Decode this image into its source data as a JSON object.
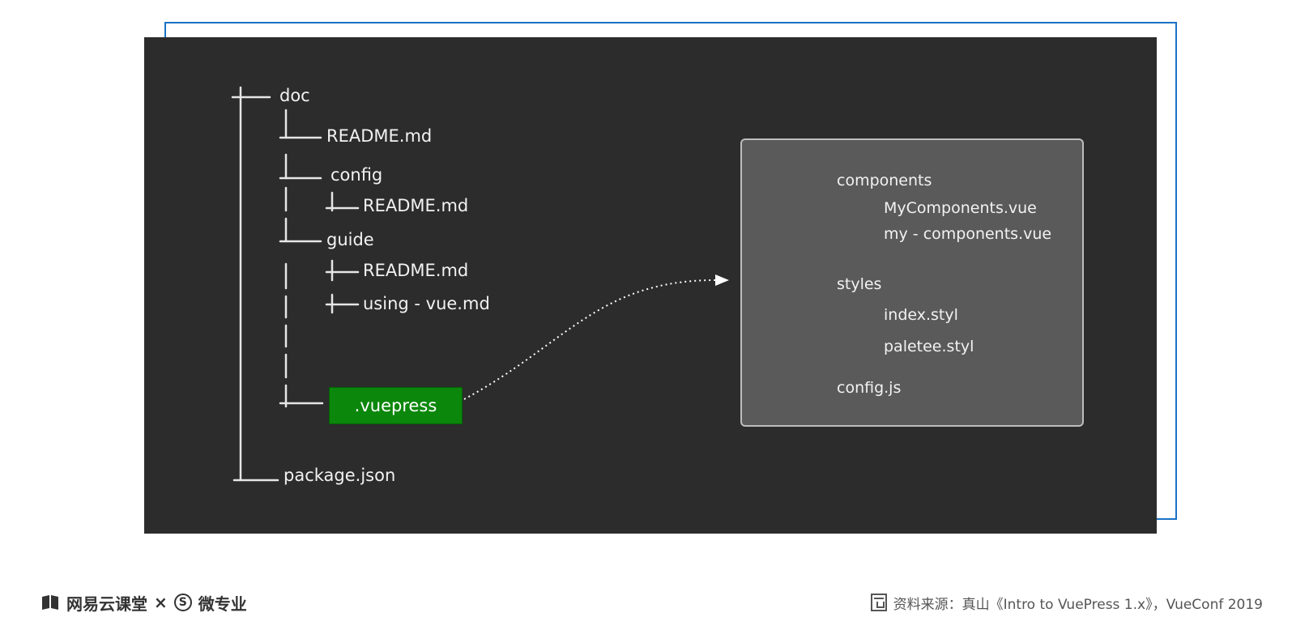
{
  "tree": {
    "doc": "doc",
    "doc_readme": "README.md",
    "config": "config",
    "config_readme": "README.md",
    "guide": "guide",
    "guide_readme": "README.md",
    "using_vue": "using - vue.md",
    "vuepress": ".vuepress",
    "package_json": "package.json"
  },
  "vuepress_contents": {
    "components": "components",
    "my_components_vue": "MyComponents.vue",
    "my_components_kebab": "my - components.vue",
    "styles": "styles",
    "index_styl": "index.styl",
    "palette_styl": "paletee.styl",
    "config_js": "config.js"
  },
  "footer": {
    "brand_left": "网易云课堂",
    "times": "×",
    "brand_right": "微专业",
    "source": "资料来源：真山《Intro to VuePress 1.x》，VueConf 2019"
  },
  "colors": {
    "panel_bg": "#2c2c2c",
    "sub_box_bg": "#5a5a5a",
    "highlight_green": "#0b870b",
    "frame_blue": "#1a72c4"
  }
}
